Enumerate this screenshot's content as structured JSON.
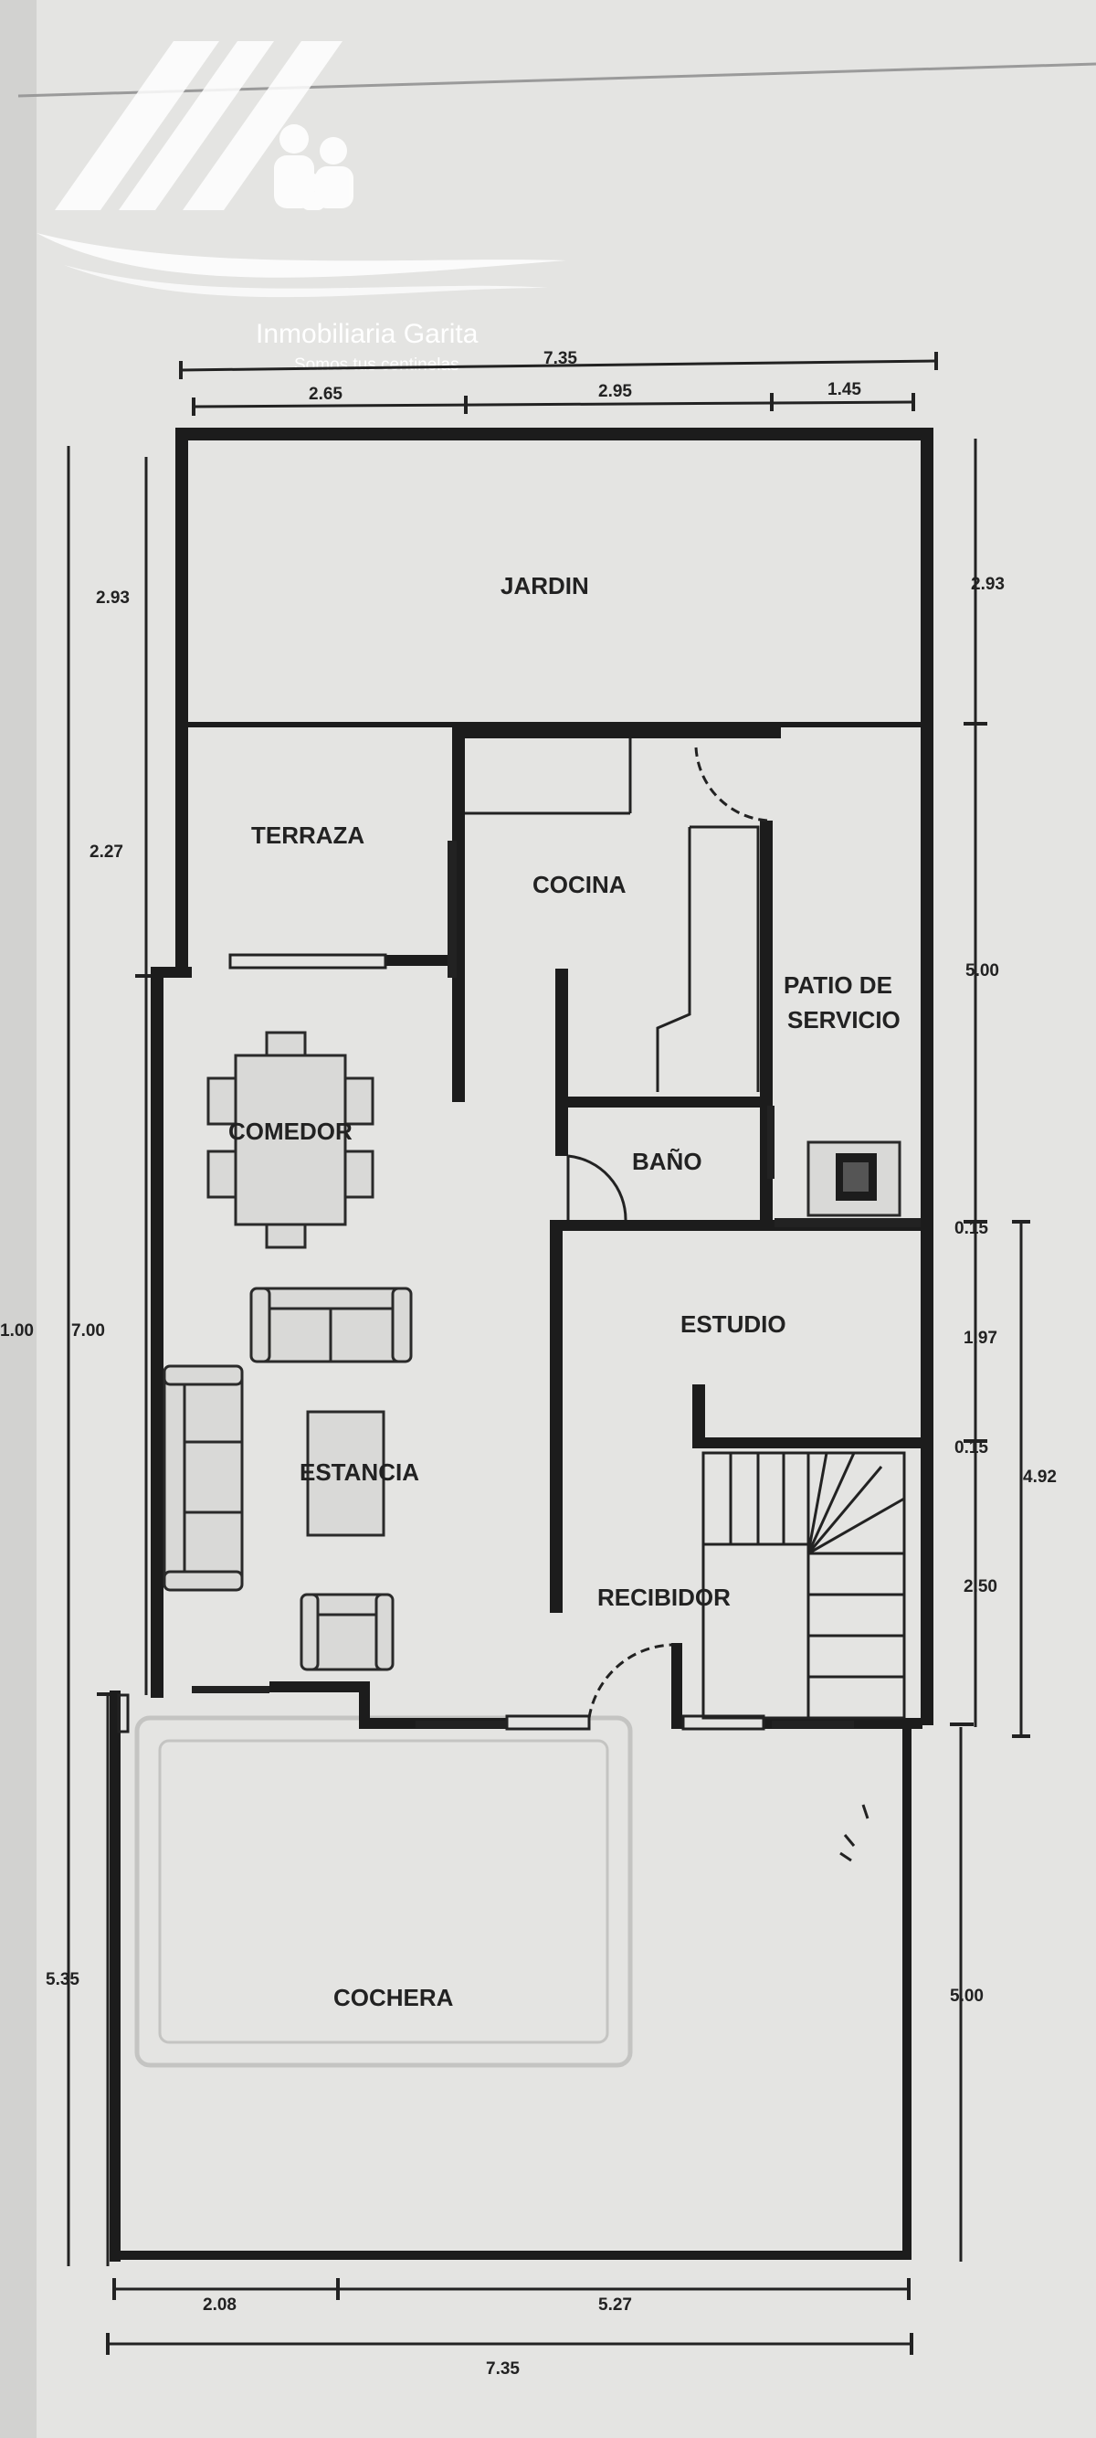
{
  "logo": {
    "name": "Inmobiliaria Garita",
    "tagline": "Somos tus centinelas"
  },
  "rooms": {
    "jardin": "JARDIN",
    "terraza": "TERRAZA",
    "cocina": "COCINA",
    "patio_line1": "PATIO DE",
    "patio_line2": "SERVICIO",
    "comedor": "COMEDOR",
    "bano": "BAÑO",
    "estudio": "ESTUDIO",
    "estancia": "ESTANCIA",
    "recibidor": "RECIBIDOR",
    "cochera": "COCHERA"
  },
  "dimensions": {
    "top_total": "7.35",
    "top_a": "2.65",
    "top_b": "2.95",
    "top_c": "1.45",
    "left_total": "1.00",
    "left_jardin": "2.93",
    "left_terraza": "2.27",
    "left_interior": "7.00",
    "left_cochera": "5.35",
    "right_jardin": "2.93",
    "right_patio": "5.00",
    "right_wall1": "0.15",
    "right_estudio": "1.97",
    "right_wall2": "0.15",
    "right_stairs": "2.50",
    "right_group": "4.92",
    "right_cochera": "5.00",
    "bottom_a": "2.08",
    "bottom_b": "5.27",
    "bottom_total": "7.35"
  }
}
